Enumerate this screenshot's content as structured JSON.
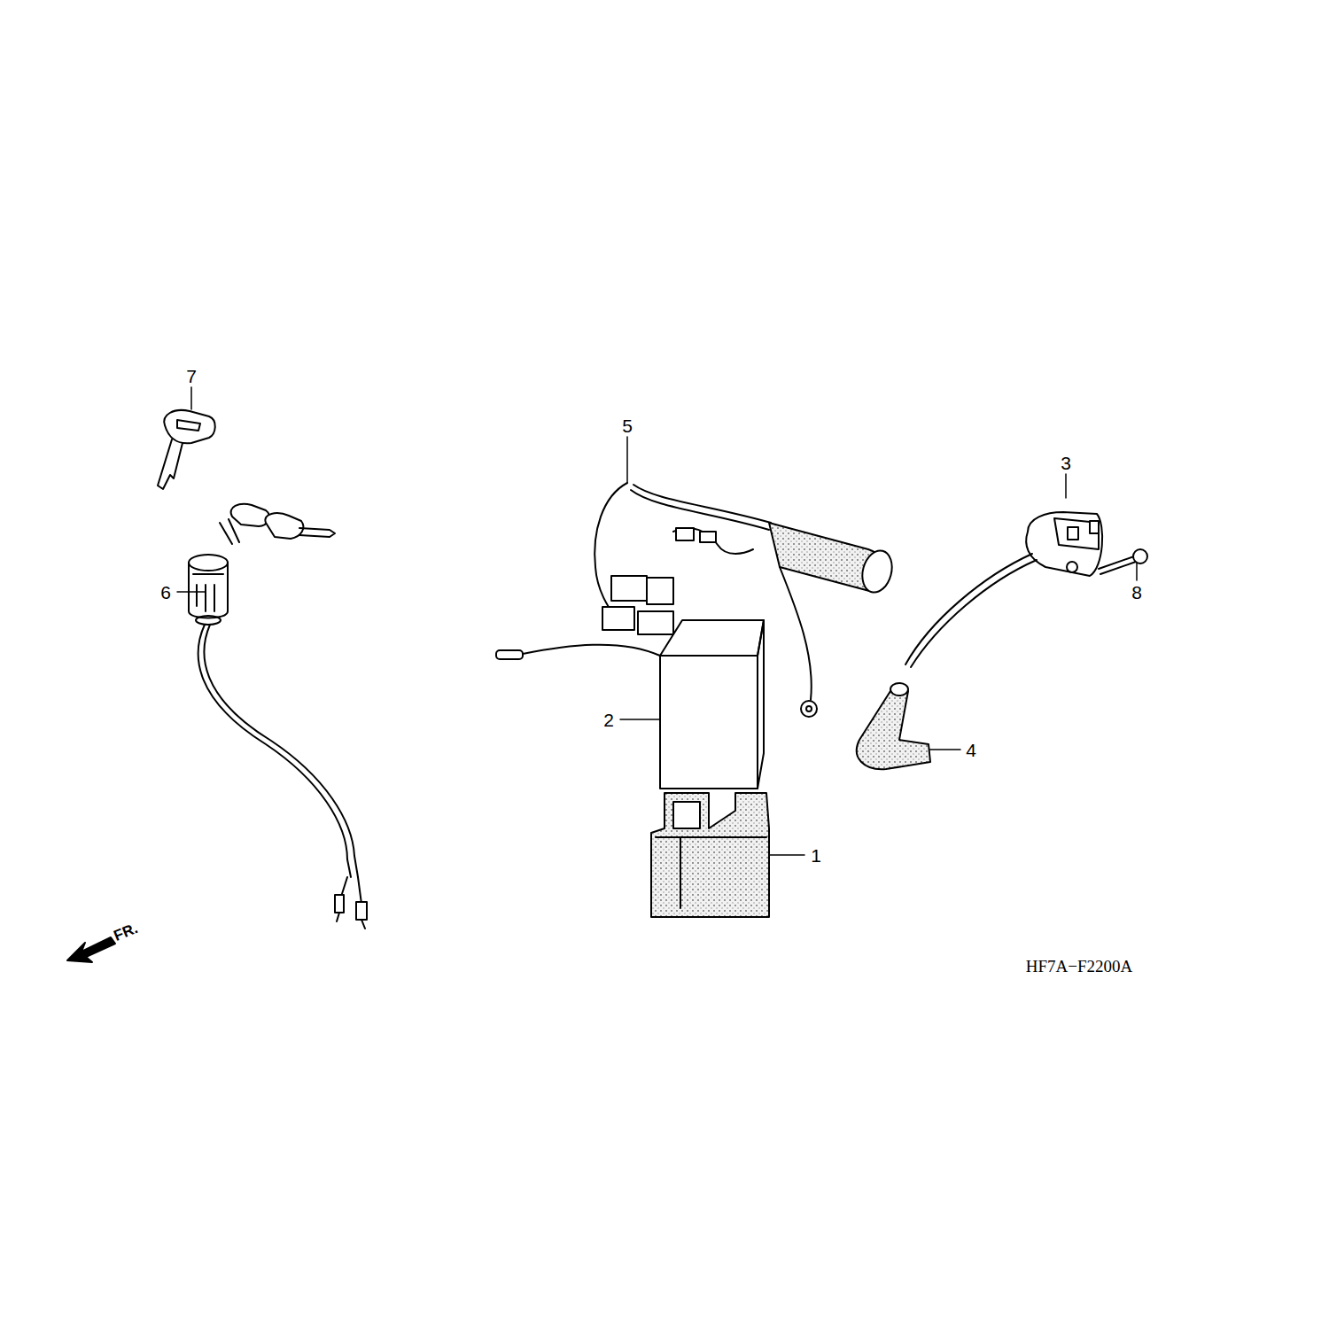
{
  "diagram": {
    "labels": [
      "7",
      "5",
      "3",
      "6",
      "8",
      "2",
      "4",
      "1",
      "FR.",
      "HF7A−F2200A"
    ]
  }
}
